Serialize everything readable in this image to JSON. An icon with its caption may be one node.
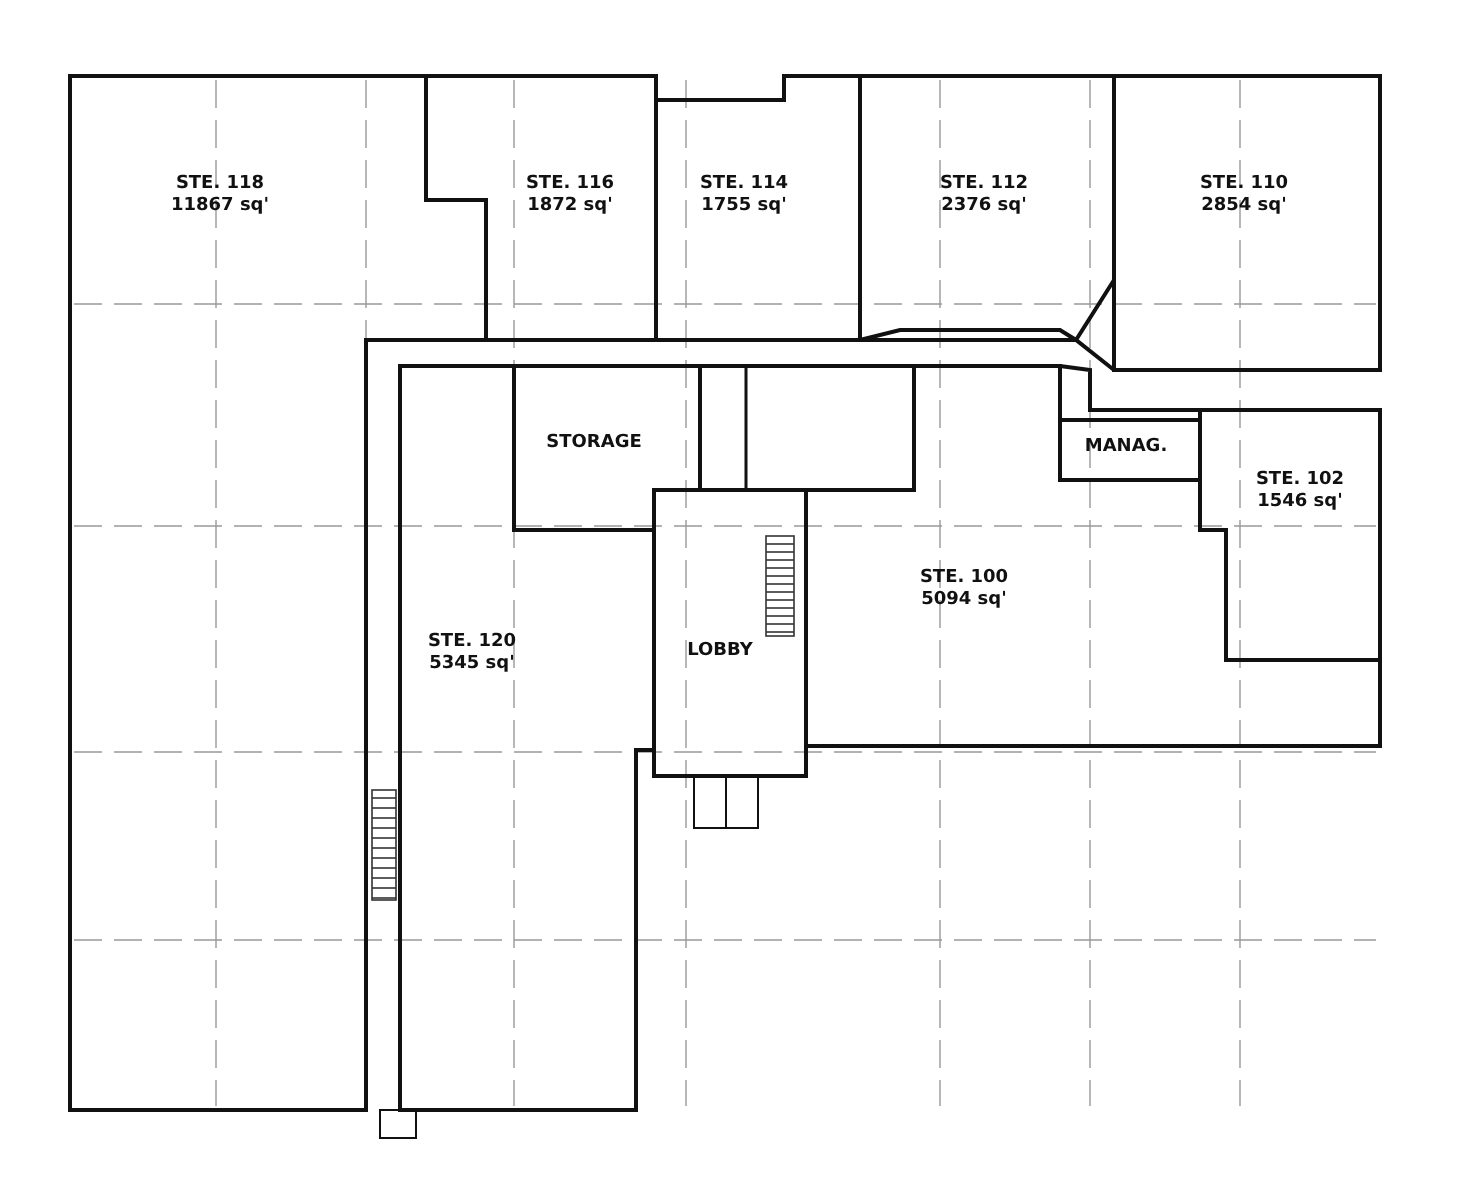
{
  "diagram": {
    "nodes": [
      {
        "text": [
          "STE. 118",
          "11867 sq'"
        ]
      },
      {
        "text": [
          "STE. 116",
          "1872 sq'"
        ]
      },
      {
        "text": [
          "STE. 114",
          "1755 sq'"
        ]
      },
      {
        "text": [
          "STE. 112",
          "2376 sq'"
        ]
      },
      {
        "text": [
          "STE. 110",
          "2854 sq'"
        ]
      },
      {
        "text": [
          "STORAGE"
        ]
      },
      {
        "text": [
          "MANAG."
        ]
      },
      {
        "text": [
          "STE. 102",
          "1546 sq'"
        ]
      },
      {
        "text": [
          "STE. 100",
          "5094 sq'"
        ]
      },
      {
        "text": [
          "LOBBY"
        ]
      },
      {
        "text": [
          "STE. 120",
          "5345 sq'"
        ]
      }
    ],
    "edges": []
  }
}
